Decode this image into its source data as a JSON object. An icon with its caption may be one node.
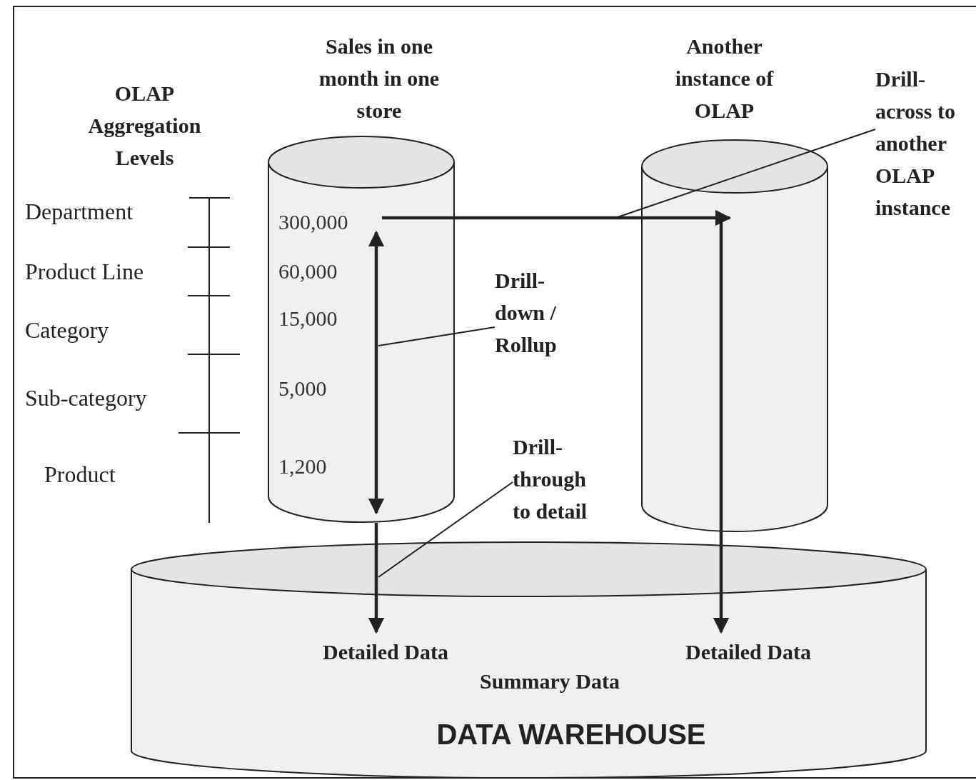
{
  "diagram": {
    "nodes": [
      {
        "text": [
          "Sales in one month in one store"
        ]
      },
      {
        "text": [
          "300,000"
        ],
        "in": 0
      },
      {
        "text": [
          "60,000"
        ],
        "in": 0
      },
      {
        "text": [
          "15,000"
        ],
        "in": 0
      },
      {
        "text": [
          "5,000"
        ],
        "in": 0
      },
      {
        "text": [
          "1,200"
        ],
        "in": 0
      },
      {
        "text": [
          "Another instance of OLAP"
        ]
      },
      {
        "text": [
          "Drill-across to another OLAP instance"
        ]
      },
      {
        "text": [
          "Drill-down / Rollup"
        ]
      },
      {
        "text": [
          "Drill-through to detail"
        ]
      },
      {
        "text": [
          "Summary Data",
          "DATA WAREHOUSE"
        ]
      },
      {
        "text": [
          "Detailed Data"
        ],
        "in": 10
      },
      {
        "text": [
          "Detailed Data"
        ],
        "in": 10
      }
    ],
    "edges": [
      {
        "from": 1,
        "to": 5,
        "arrow": "both"
      },
      {
        "from": 1,
        "to": 6,
        "arrow": "to"
      },
      {
        "from": 0,
        "to": 11,
        "arrow": "to"
      },
      {
        "from": 7,
        "to": null,
        "arrow": "none"
      },
      {
        "from": 8,
        "to": null,
        "arrow": "none"
      },
      {
        "from": 9,
        "to": 10,
        "arrow": "none"
      },
      {
        "from": 6,
        "to": 12,
        "arrow": "to"
      }
    ],
    "labels": [
      "OLAP Aggregation Levels",
      "Department",
      "Product Line",
      "Category",
      "Sub-category",
      "Product"
    ]
  }
}
